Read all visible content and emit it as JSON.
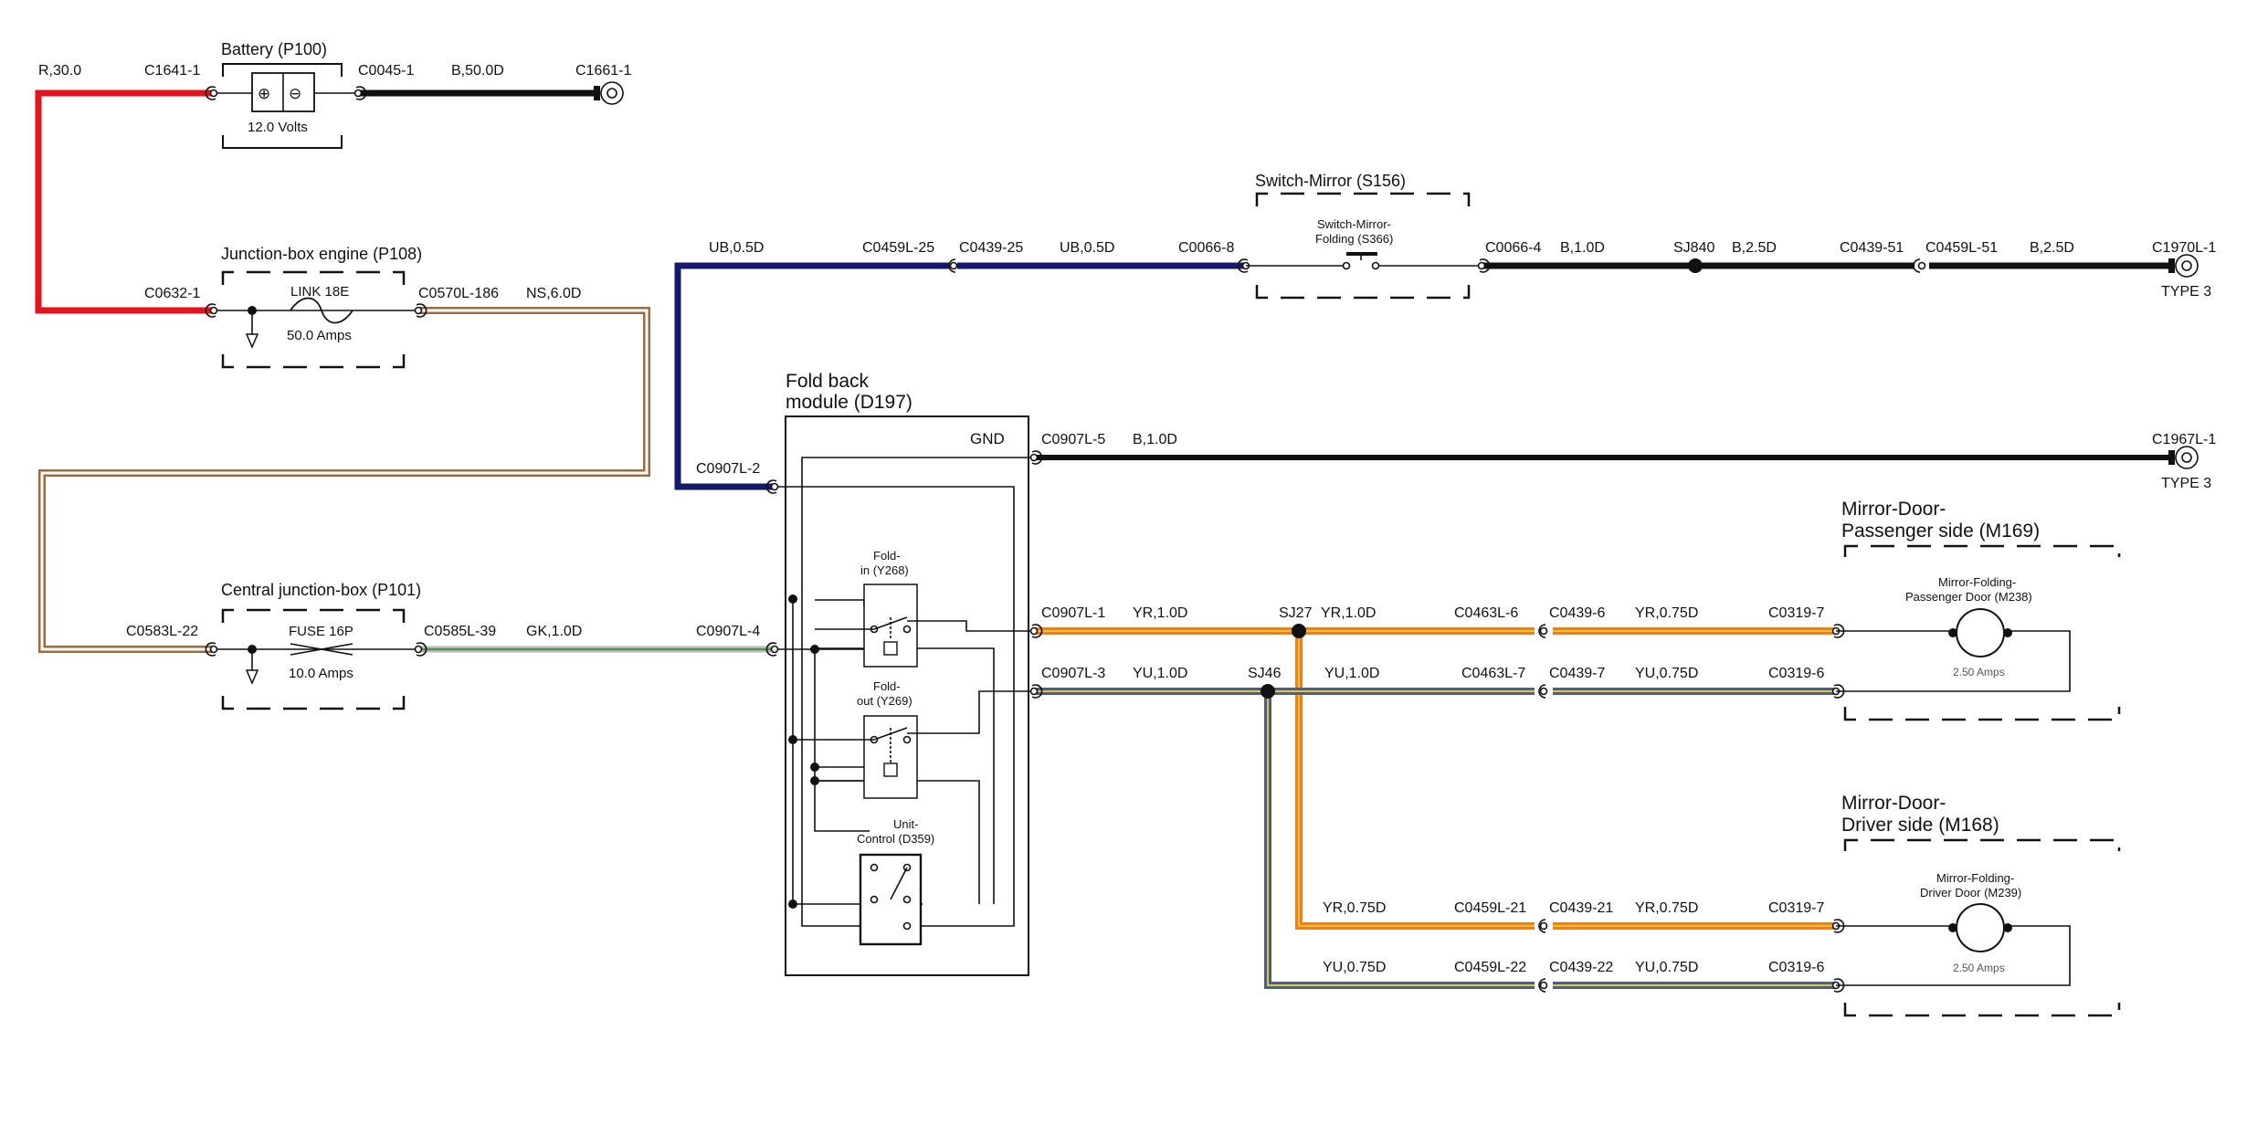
{
  "components": {
    "battery": {
      "title": "Battery (P100)",
      "rating": "12.0 Volts",
      "plus": "⊕",
      "minus": "⊖"
    },
    "jbox_engine": {
      "title": "Junction-box engine (P108)",
      "part": "LINK 18E",
      "rating": "50.0 Amps"
    },
    "cjb": {
      "title": "Central junction-box (P101)",
      "part": "FUSE 16P",
      "rating": "10.0 Amps"
    },
    "fold_module": {
      "title_line1": "Fold back",
      "title_line2": "module (D197)",
      "gnd": "GND",
      "fold_in_1": "Fold-",
      "fold_in_2": "in (Y268)",
      "fold_out_1": "Fold-",
      "fold_out_2": "out (Y269)",
      "unit_1": "Unit-",
      "unit_2": "Control (D359)"
    },
    "switch_mirror": {
      "title": "Switch-Mirror (S156)",
      "inner_1": "Switch-Mirror-",
      "inner_2": "Folding (S366)"
    },
    "mirror_pass": {
      "title_1": "Mirror-Door-",
      "title_2": "Passenger side (M169)",
      "inner_1": "Mirror-Folding-",
      "inner_2": "Passenger Door (M238)",
      "rating": "2.50 Amps"
    },
    "mirror_drv": {
      "title_1": "Mirror-Door-",
      "title_2": "Driver side (M168)",
      "inner_1": "Mirror-Folding-",
      "inner_2": "Driver Door (M239)",
      "rating": "2.50 Amps"
    }
  },
  "labels": {
    "bat_wire_r": "R,30.0",
    "bat_c1641": "C1641-1",
    "bat_c0045": "C0045-1",
    "bat_wire_b": "B,50.0D",
    "bat_c1661": "C1661-1",
    "je_c0632": "C0632-1",
    "je_c0570": "C0570L-186",
    "je_wire_ns": "NS,6.0D",
    "cjb_c0583": "C0583L-22",
    "cjb_c0585": "C0585L-39",
    "cjb_wire_gk": "GK,1.0D",
    "fm_c0907_4": "C0907L-4",
    "fm_c0907_2": "C0907L-2",
    "wire_ub_1": "UB,0.5D",
    "c0459_25": "C0459L-25",
    "c0439_25": "C0439-25",
    "wire_ub_2": "UB,0.5D",
    "c0066_8": "C0066-8",
    "c0066_4": "C0066-4",
    "wire_b10": "B,1.0D",
    "sj840": "SJ840",
    "wire_b25_1": "B,2.5D",
    "c0439_51": "C0439-51",
    "c0459_51": "C0459L-51",
    "wire_b25_2": "B,2.5D",
    "c1970": "C1970L-1",
    "type3_a": "TYPE 3",
    "c0907_5": "C0907L-5",
    "wire_b10_gnd": "B,1.0D",
    "c1967": "C1967L-1",
    "type3_b": "TYPE 3",
    "c0907_1": "C0907L-1",
    "wire_yr10_1": "YR,1.0D",
    "sj27": "SJ27",
    "wire_yr10_2": "YR,1.0D",
    "c0463_6": "C0463L-6",
    "c0439_6": "C0439-6",
    "wire_yr075_1": "YR,0.75D",
    "c0319_7a": "C0319-7",
    "c0907_3": "C0907L-3",
    "wire_yu10_1": "YU,1.0D",
    "sj46": "SJ46",
    "wire_yu10_2": "YU,1.0D",
    "c0463_7": "C0463L-7",
    "c0439_7": "C0439-7",
    "wire_yu075_1": "YU,0.75D",
    "c0319_6a": "C0319-6",
    "wire_yr075_2": "YR,0.75D",
    "c0459_21": "C0459L-21",
    "c0439_21": "C0439-21",
    "wire_yr075_3": "YR,0.75D",
    "c0319_7b": "C0319-7",
    "wire_yu075_2": "YU,0.75D",
    "c0459_22": "C0459L-22",
    "c0439_22": "C0439-22",
    "wire_yu075_3": "YU,0.75D",
    "c0319_6b": "C0319-6"
  },
  "colors": {
    "red": "#e3141b",
    "black": "#111111",
    "navy": "#15196e",
    "brown": "#9c6b3e",
    "orange": "#f07e1b",
    "yellow": "#e7c53a",
    "blue_grey": "#4a5e86",
    "green": "#3f9c3f"
  }
}
